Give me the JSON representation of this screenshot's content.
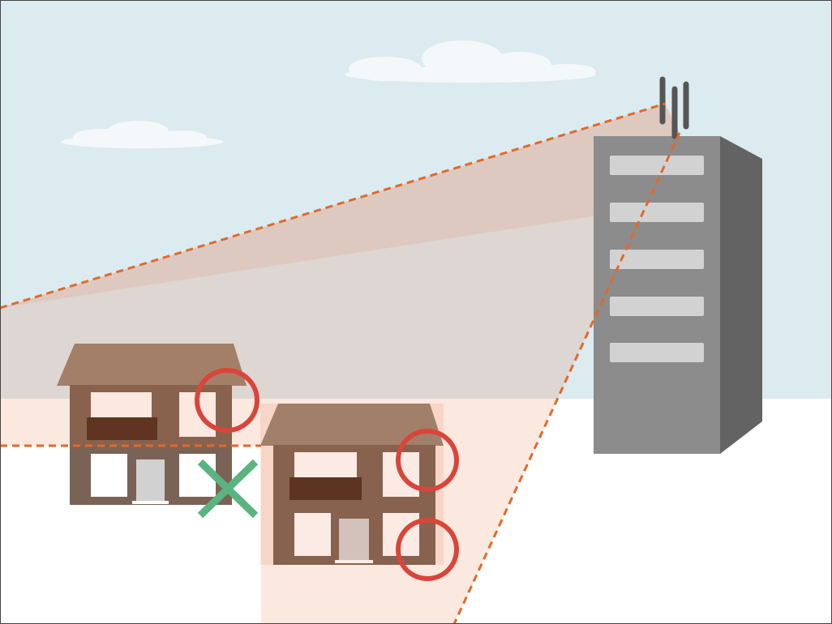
{
  "colors": {
    "sky": "#dcebf0",
    "ground": "#ffffff",
    "cloud": "#f4f8fa",
    "coverage": "#e05a1e",
    "signal_line": "#e06a2c",
    "tower_front": "#8c8c8c",
    "tower_side": "#636363",
    "tower_window": "#d2d2d2",
    "antenna": "#555555",
    "house_roof": "#9a8575",
    "house_wall": "#7a6356",
    "house_window": "#ffffff",
    "house_door": "#d1d1d1",
    "house_balcony": "#4a2f22",
    "problem_circle": "#d9453a",
    "ok_cross": "#5bb37f"
  },
  "scene": {
    "tower": {
      "floors": 5,
      "antenna_count": 3
    },
    "houses": [
      {
        "id": "left-house",
        "in_coverage": false,
        "problem_marks": 1,
        "cross_marker": true
      },
      {
        "id": "right-house",
        "in_coverage": true,
        "problem_marks": 2,
        "cross_marker": false
      }
    ],
    "icons": [
      "antenna-icon",
      "problem-circle-icon",
      "cross-icon"
    ]
  }
}
